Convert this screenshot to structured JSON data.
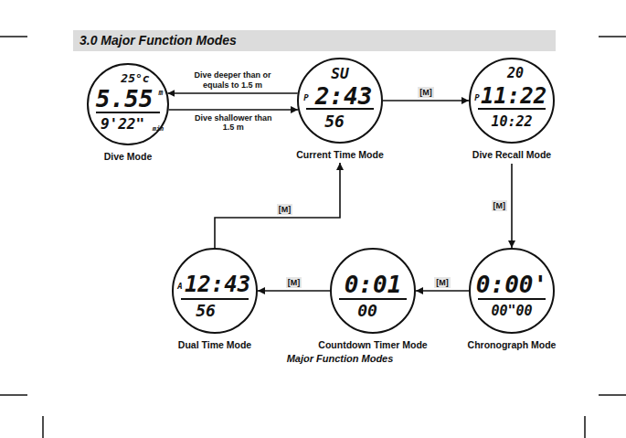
{
  "diagram": {
    "title": "3.0 Major Function Modes",
    "nodes": [
      {
        "text": [
          "25°c",
          "5.55",
          "m",
          "9'22\"",
          "min",
          "Dive Mode"
        ]
      },
      {
        "text": [
          "Major Function Modes"
        ]
      },
      {
        "text": [
          "SU",
          "P",
          "2:43",
          "56",
          "Current Time Mode"
        ],
        "in": 1
      },
      {
        "text": [
          "20",
          "P",
          "11:22",
          "10:22",
          "Dive Recall Mode"
        ],
        "in": 1
      },
      {
        "text": [
          "0:00'",
          "00\"00",
          "Chronograph Mode"
        ],
        "in": 1
      },
      {
        "text": [
          "0:01",
          "00",
          "Countdown Timer Mode"
        ],
        "in": 1
      },
      {
        "text": [
          "A",
          "12:43",
          "56",
          "Dual Time Mode"
        ],
        "in": 1
      }
    ],
    "edges": [
      {
        "from": 2,
        "to": 0,
        "arrow": "to",
        "label": "Dive deeper than or equals to 1.5 m"
      },
      {
        "from": 0,
        "to": 2,
        "arrow": "to",
        "label": "Dive shallower than 1.5 m"
      },
      {
        "from": 2,
        "to": 3,
        "arrow": "to",
        "label": "[M]"
      },
      {
        "from": 3,
        "to": 4,
        "arrow": "to",
        "label": "[M]"
      },
      {
        "from": 4,
        "to": 5,
        "arrow": "to",
        "label": "[M]"
      },
      {
        "from": 5,
        "to": 6,
        "arrow": "to",
        "label": "[M]"
      },
      {
        "from": 6,
        "to": 2,
        "arrow": "to",
        "label": "[M]"
      }
    ]
  }
}
